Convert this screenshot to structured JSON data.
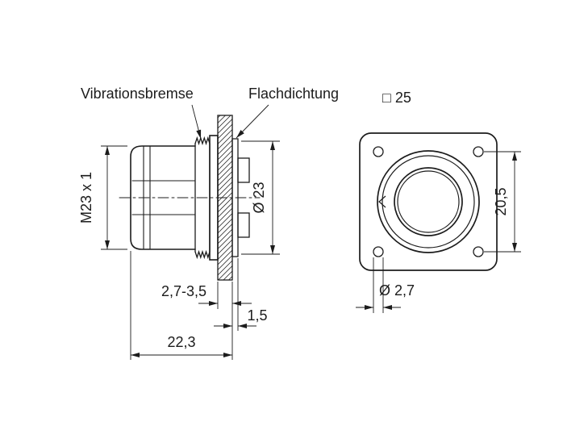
{
  "drawing": {
    "callouts": {
      "vibration_brake": "Vibrationsbremse",
      "flat_gasket": "Flachdichtung"
    },
    "side_view": {
      "thread_size": "M23 x 1",
      "barrel_diameter": "Ø 23",
      "panel_thickness": "2,7-3,5",
      "gasket_thickness": "1,5",
      "mounting_length": "22,3"
    },
    "front_view": {
      "flange_square": "□ 25",
      "hole_spacing": "20,5",
      "hole_diameter": "Ø 2,7"
    },
    "colors": {
      "line": "#1c1c1c",
      "background": "#ffffff"
    }
  }
}
